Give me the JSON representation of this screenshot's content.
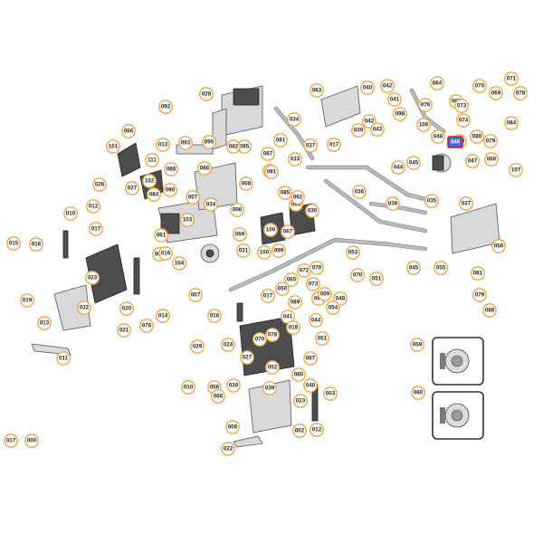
{
  "selected_callout": "046",
  "legend_callout": "000",
  "colors": {
    "callout_stroke": "#f0a54a",
    "selected_fill": "#3a6fd8",
    "selected_border": "#d41e1e"
  },
  "callouts": [
    "064",
    "071",
    "069",
    "078",
    "042",
    "070",
    "040",
    "041",
    "063",
    "067",
    "076",
    "073",
    "098",
    "106",
    "074",
    "084",
    "092",
    "028",
    "034",
    "042",
    "080",
    "095",
    "085",
    "048",
    "087",
    "081",
    "066",
    "037",
    "017",
    "039",
    "043",
    "086",
    "079",
    "044",
    "045",
    "047",
    "107",
    "101",
    "013",
    "093",
    "082",
    "111",
    "088",
    "026",
    "084",
    "091",
    "102",
    "008",
    "030",
    "085",
    "065",
    "033",
    "079",
    "027",
    "090",
    "012",
    "007",
    "084",
    "034",
    "010",
    "103",
    "096",
    "060",
    "100",
    "067",
    "070",
    "061",
    "065",
    "016",
    "016",
    "017",
    "104",
    "031",
    "069",
    "100",
    "099",
    "072",
    "073",
    "051",
    "065",
    "070",
    "062",
    "007",
    "017",
    "063",
    "009",
    "050",
    "048",
    "016",
    "014",
    "019",
    "032",
    "038",
    "035",
    "037",
    "036",
    "011",
    "013",
    "020",
    "021",
    "076",
    "041",
    "044",
    "078",
    "029",
    "024",
    "070",
    "018",
    "054",
    "051",
    "045",
    "055",
    "050",
    "053",
    "079",
    "088",
    "089",
    "010",
    "056",
    "039",
    "040",
    "087",
    "027",
    "022",
    "023",
    "002",
    "003",
    "012",
    "017",
    "006",
    "059",
    "060",
    "015",
    "023",
    "066",
    "030",
    "052",
    "080",
    "081"
  ]
}
